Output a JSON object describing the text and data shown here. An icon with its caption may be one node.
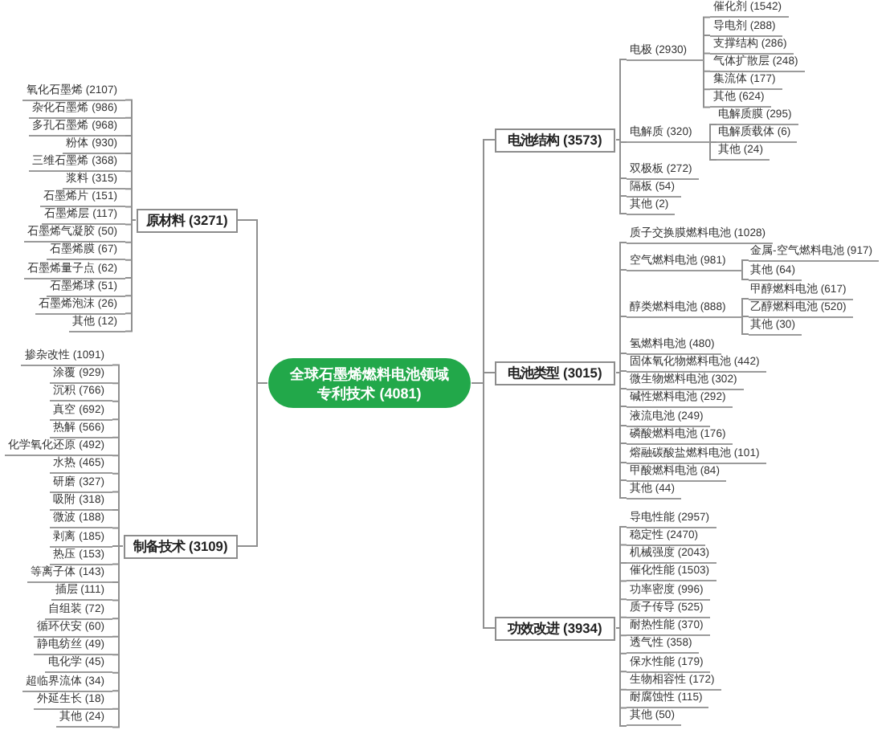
{
  "diagram": {
    "nodes": [
      {
        "text": [
          "全球石墨烯燃料电池领域专利技术 (4081)"
        ]
      },
      {
        "text": [
          "原材料 (3271)"
        ]
      },
      {
        "text": [
          "氧化石墨烯 (2107)"
        ]
      },
      {
        "text": [
          "杂化石墨烯 (986)"
        ]
      },
      {
        "text": [
          "多孔石墨烯 (968)"
        ]
      },
      {
        "text": [
          "粉体 (930)"
        ]
      },
      {
        "text": [
          "三维石墨烯 (368)"
        ]
      },
      {
        "text": [
          "浆料 (315)"
        ]
      },
      {
        "text": [
          "石墨烯片 (151)"
        ]
      },
      {
        "text": [
          "石墨烯层 (117)"
        ]
      },
      {
        "text": [
          "石墨烯气凝胶 (50)"
        ]
      },
      {
        "text": [
          "石墨烯膜 (67)"
        ]
      },
      {
        "text": [
          "石墨烯量子点 (62)"
        ]
      },
      {
        "text": [
          "石墨烯球 (51)"
        ]
      },
      {
        "text": [
          "石墨烯泡沫 (26)"
        ]
      },
      {
        "text": [
          "其他 (12)"
        ]
      },
      {
        "text": [
          "制备技术 (3109)"
        ]
      },
      {
        "text": [
          "掺杂改性 (1091)"
        ]
      },
      {
        "text": [
          "涂覆 (929)"
        ]
      },
      {
        "text": [
          "沉积 (766)"
        ]
      },
      {
        "text": [
          "真空 (692)"
        ]
      },
      {
        "text": [
          "热解 (566)"
        ]
      },
      {
        "text": [
          "化学氧化还原 (492)"
        ]
      },
      {
        "text": [
          "水热 (465)"
        ]
      },
      {
        "text": [
          "研磨 (327)"
        ]
      },
      {
        "text": [
          "吸附 (318)"
        ]
      },
      {
        "text": [
          "微波 (188)"
        ]
      },
      {
        "text": [
          "剥离 (185)"
        ]
      },
      {
        "text": [
          "热压 (153)"
        ]
      },
      {
        "text": [
          "等离子体 (143)"
        ]
      },
      {
        "text": [
          "插层 (111)"
        ]
      },
      {
        "text": [
          "自组装 (72)"
        ]
      },
      {
        "text": [
          "循环伏安 (60)"
        ]
      },
      {
        "text": [
          "静电纺丝 (49)"
        ]
      },
      {
        "text": [
          "电化学 (45)"
        ]
      },
      {
        "text": [
          "超临界流体 (34)"
        ]
      },
      {
        "text": [
          "外延生长 (18)"
        ]
      },
      {
        "text": [
          "其他 (24)"
        ]
      },
      {
        "text": [
          "电池结构 (3573)"
        ]
      },
      {
        "text": [
          "电极 (2930)"
        ]
      },
      {
        "text": [
          "催化剂 (1542)"
        ]
      },
      {
        "text": [
          "导电剂 (288)"
        ]
      },
      {
        "text": [
          "支撑结构 (286)"
        ]
      },
      {
        "text": [
          "气体扩散层 (248)"
        ]
      },
      {
        "text": [
          "集流体 (177)"
        ]
      },
      {
        "text": [
          "其他 (624)"
        ]
      },
      {
        "text": [
          "电解质 (320)"
        ]
      },
      {
        "text": [
          "电解质膜 (295)"
        ]
      },
      {
        "text": [
          "电解质载体 (6)"
        ]
      },
      {
        "text": [
          "其他 (24)"
        ]
      },
      {
        "text": [
          "双极板 (272)"
        ]
      },
      {
        "text": [
          "隔板 (54)"
        ]
      },
      {
        "text": [
          "其他 (2)"
        ]
      },
      {
        "text": [
          "电池类型 (3015)"
        ]
      },
      {
        "text": [
          "质子交换膜燃料电池 (1028)"
        ]
      },
      {
        "text": [
          "空气燃料电池 (981)"
        ]
      },
      {
        "text": [
          "金属-空气燃料电池 (917)"
        ]
      },
      {
        "text": [
          "其他 (64)"
        ]
      },
      {
        "text": [
          "醇类燃料电池 (888)"
        ]
      },
      {
        "text": [
          "甲醇燃料电池 (617)"
        ]
      },
      {
        "text": [
          "乙醇燃料电池 (520)"
        ]
      },
      {
        "text": [
          "其他 (30)"
        ]
      },
      {
        "text": [
          "氢燃料电池 (480)"
        ]
      },
      {
        "text": [
          "固体氧化物燃料电池 (442)"
        ]
      },
      {
        "text": [
          "微生物燃料电池 (302)"
        ]
      },
      {
        "text": [
          "碱性燃料电池 (292)"
        ]
      },
      {
        "text": [
          "液流电池 (249)"
        ]
      },
      {
        "text": [
          "磷酸燃料电池 (176)"
        ]
      },
      {
        "text": [
          "熔融碳酸盐燃料电池 (101)"
        ]
      },
      {
        "text": [
          "甲酸燃料电池 (84)"
        ]
      },
      {
        "text": [
          "其他 (44)"
        ]
      },
      {
        "text": [
          "功效改进 (3934)"
        ]
      },
      {
        "text": [
          "导电性能 (2957)"
        ]
      },
      {
        "text": [
          "稳定性 (2470)"
        ]
      },
      {
        "text": [
          "机械强度 (2043)"
        ]
      },
      {
        "text": [
          "催化性能 (1503)"
        ]
      },
      {
        "text": [
          "功率密度 (996)"
        ]
      },
      {
        "text": [
          "质子传导 (525)"
        ]
      },
      {
        "text": [
          "耐热性能 (370)"
        ]
      },
      {
        "text": [
          "透气性 (358)"
        ]
      },
      {
        "text": [
          "保水性能 (179)"
        ]
      },
      {
        "text": [
          "生物相容性 (172)"
        ]
      },
      {
        "text": [
          "耐腐蚀性 (115)"
        ]
      },
      {
        "text": [
          "其他 (50)"
        ]
      }
    ],
    "edges": [
      {
        "from": 0,
        "to": 1,
        "arrow": "none"
      },
      {
        "from": 1,
        "to": 2,
        "arrow": "none"
      },
      {
        "from": 1,
        "to": 3,
        "arrow": "none"
      },
      {
        "from": 1,
        "to": 4,
        "arrow": "none"
      },
      {
        "from": 1,
        "to": 5,
        "arrow": "none"
      },
      {
        "from": 1,
        "to": 6,
        "arrow": "none"
      },
      {
        "from": 1,
        "to": 7,
        "arrow": "none"
      },
      {
        "from": 1,
        "to": 8,
        "arrow": "none"
      },
      {
        "from": 1,
        "to": 9,
        "arrow": "none"
      },
      {
        "from": 1,
        "to": 10,
        "arrow": "none"
      },
      {
        "from": 1,
        "to": 11,
        "arrow": "none"
      },
      {
        "from": 1,
        "to": 12,
        "arrow": "none"
      },
      {
        "from": 1,
        "to": 13,
        "arrow": "none"
      },
      {
        "from": 1,
        "to": 14,
        "arrow": "none"
      },
      {
        "from": 1,
        "to": 15,
        "arrow": "none"
      },
      {
        "from": 0,
        "to": 16,
        "arrow": "none"
      },
      {
        "from": 16,
        "to": 17,
        "arrow": "none"
      },
      {
        "from": 16,
        "to": 18,
        "arrow": "none"
      },
      {
        "from": 16,
        "to": 19,
        "arrow": "none"
      },
      {
        "from": 16,
        "to": 20,
        "arrow": "none"
      },
      {
        "from": 16,
        "to": 21,
        "arrow": "none"
      },
      {
        "from": 16,
        "to": 22,
        "arrow": "none"
      },
      {
        "from": 16,
        "to": 23,
        "arrow": "none"
      },
      {
        "from": 16,
        "to": 24,
        "arrow": "none"
      },
      {
        "from": 16,
        "to": 25,
        "arrow": "none"
      },
      {
        "from": 16,
        "to": 26,
        "arrow": "none"
      },
      {
        "from": 16,
        "to": 27,
        "arrow": "none"
      },
      {
        "from": 16,
        "to": 28,
        "arrow": "none"
      },
      {
        "from": 16,
        "to": 29,
        "arrow": "none"
      },
      {
        "from": 16,
        "to": 30,
        "arrow": "none"
      },
      {
        "from": 16,
        "to": 31,
        "arrow": "none"
      },
      {
        "from": 16,
        "to": 32,
        "arrow": "none"
      },
      {
        "from": 16,
        "to": 33,
        "arrow": "none"
      },
      {
        "from": 16,
        "to": 34,
        "arrow": "none"
      },
      {
        "from": 16,
        "to": 35,
        "arrow": "none"
      },
      {
        "from": 16,
        "to": 36,
        "arrow": "none"
      },
      {
        "from": 16,
        "to": 37,
        "arrow": "none"
      },
      {
        "from": 0,
        "to": 38,
        "arrow": "none"
      },
      {
        "from": 38,
        "to": 39,
        "arrow": "none"
      },
      {
        "from": 39,
        "to": 40,
        "arrow": "none"
      },
      {
        "from": 39,
        "to": 41,
        "arrow": "none"
      },
      {
        "from": 39,
        "to": 42,
        "arrow": "none"
      },
      {
        "from": 39,
        "to": 43,
        "arrow": "none"
      },
      {
        "from": 39,
        "to": 44,
        "arrow": "none"
      },
      {
        "from": 39,
        "to": 45,
        "arrow": "none"
      },
      {
        "from": 38,
        "to": 46,
        "arrow": "none"
      },
      {
        "from": 46,
        "to": 47,
        "arrow": "none"
      },
      {
        "from": 46,
        "to": 48,
        "arrow": "none"
      },
      {
        "from": 46,
        "to": 49,
        "arrow": "none"
      },
      {
        "from": 38,
        "to": 50,
        "arrow": "none"
      },
      {
        "from": 38,
        "to": 51,
        "arrow": "none"
      },
      {
        "from": 38,
        "to": 52,
        "arrow": "none"
      },
      {
        "from": 0,
        "to": 53,
        "arrow": "none"
      },
      {
        "from": 53,
        "to": 54,
        "arrow": "none"
      },
      {
        "from": 53,
        "to": 55,
        "arrow": "none"
      },
      {
        "from": 55,
        "to": 56,
        "arrow": "none"
      },
      {
        "from": 55,
        "to": 57,
        "arrow": "none"
      },
      {
        "from": 53,
        "to": 58,
        "arrow": "none"
      },
      {
        "from": 58,
        "to": 59,
        "arrow": "none"
      },
      {
        "from": 58,
        "to": 60,
        "arrow": "none"
      },
      {
        "from": 58,
        "to": 61,
        "arrow": "none"
      },
      {
        "from": 53,
        "to": 62,
        "arrow": "none"
      },
      {
        "from": 53,
        "to": 63,
        "arrow": "none"
      },
      {
        "from": 53,
        "to": 64,
        "arrow": "none"
      },
      {
        "from": 53,
        "to": 65,
        "arrow": "none"
      },
      {
        "from": 53,
        "to": 66,
        "arrow": "none"
      },
      {
        "from": 53,
        "to": 67,
        "arrow": "none"
      },
      {
        "from": 53,
        "to": 68,
        "arrow": "none"
      },
      {
        "from": 53,
        "to": 69,
        "arrow": "none"
      },
      {
        "from": 53,
        "to": 70,
        "arrow": "none"
      },
      {
        "from": 0,
        "to": 71,
        "arrow": "none"
      },
      {
        "from": 71,
        "to": 72,
        "arrow": "none"
      },
      {
        "from": 71,
        "to": 73,
        "arrow": "none"
      },
      {
        "from": 71,
        "to": 74,
        "arrow": "none"
      },
      {
        "from": 71,
        "to": 75,
        "arrow": "none"
      },
      {
        "from": 71,
        "to": 76,
        "arrow": "none"
      },
      {
        "from": 71,
        "to": 77,
        "arrow": "none"
      },
      {
        "from": 71,
        "to": 78,
        "arrow": "none"
      },
      {
        "from": 71,
        "to": 79,
        "arrow": "none"
      },
      {
        "from": 71,
        "to": 80,
        "arrow": "none"
      },
      {
        "from": 71,
        "to": 81,
        "arrow": "none"
      },
      {
        "from": 71,
        "to": 82,
        "arrow": "none"
      },
      {
        "from": 71,
        "to": 83,
        "arrow": "none"
      }
    ]
  }
}
